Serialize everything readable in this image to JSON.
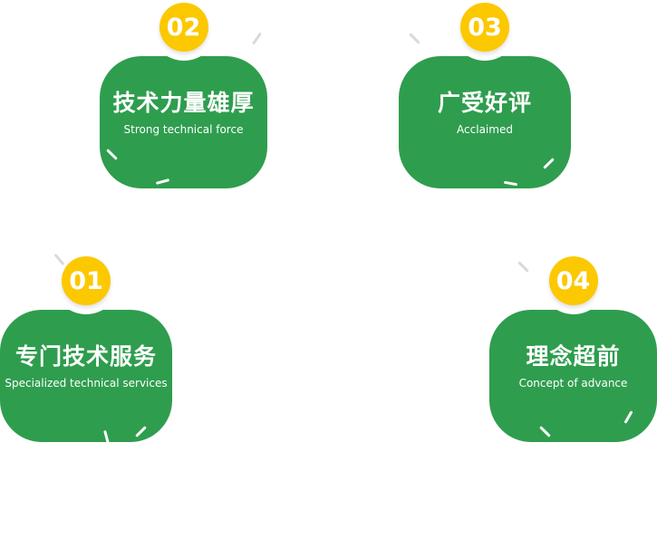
{
  "page": {
    "background": "#ffffff",
    "description_colors": {
      "card_green": "#2f9d4e",
      "badge_yellow": "#fcc800",
      "text_white": "#ffffff"
    }
  },
  "cards": [
    {
      "number": "01",
      "title": "专门技术服务",
      "subtitle": "Specialized technical services"
    },
    {
      "number": "02",
      "title": "技术力量雄厚",
      "subtitle": "Strong technical force"
    },
    {
      "number": "03",
      "title": "广受好评",
      "subtitle": "Acclaimed"
    },
    {
      "number": "04",
      "title": "理念超前",
      "subtitle": "Concept of advance"
    }
  ]
}
